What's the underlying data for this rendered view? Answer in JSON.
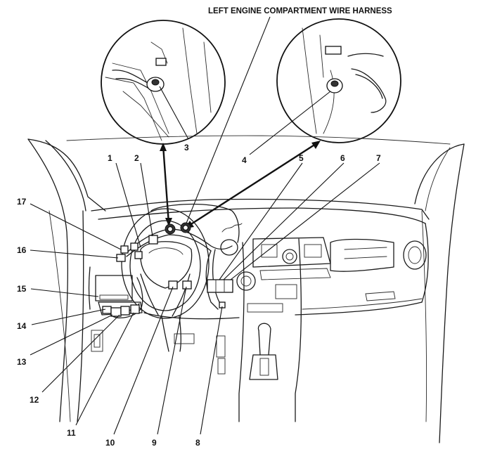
{
  "title": "LEFT ENGINE COMPARTMENT WIRE HARNESS",
  "callouts": [
    "1",
    "2",
    "3",
    "4",
    "5",
    "6",
    "7",
    "8",
    "9",
    "10",
    "11",
    "12",
    "13",
    "14",
    "15",
    "16",
    "17"
  ]
}
